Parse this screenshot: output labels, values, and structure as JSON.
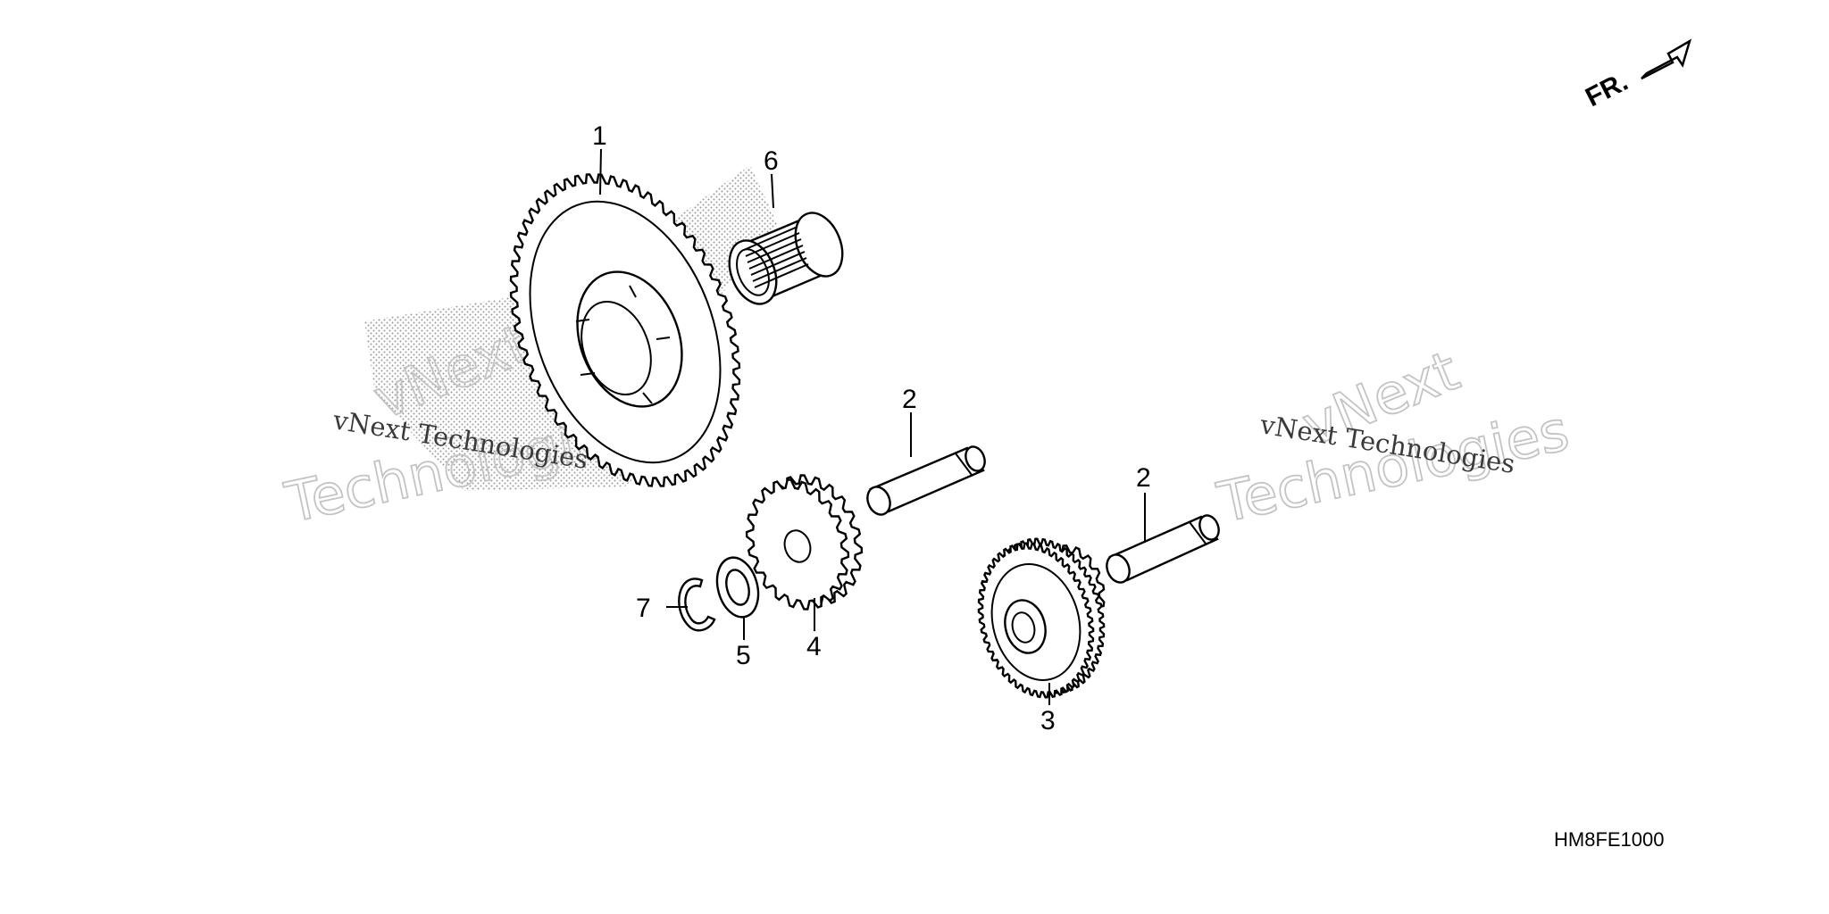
{
  "diagram_code": "HM8FE1000",
  "direction_indicator": "FR.",
  "callouts": [
    {
      "id": "1",
      "text": "1"
    },
    {
      "id": "2a",
      "text": "2"
    },
    {
      "id": "2b",
      "text": "2"
    },
    {
      "id": "3",
      "text": "3"
    },
    {
      "id": "4",
      "text": "4"
    },
    {
      "id": "5",
      "text": "5"
    },
    {
      "id": "6",
      "text": "6"
    },
    {
      "id": "7",
      "text": "7"
    }
  ],
  "watermarks": {
    "left_small": "vNext Technologies",
    "left_big_1": "vNext",
    "left_big_2": "Technologies",
    "right_small": "vNext Technologies",
    "right_big_1": "vNext",
    "right_big_2": "Technologies"
  },
  "colors": {
    "line": "#000000",
    "background": "#ffffff",
    "stipple": "#9a9a9a",
    "watermark_outline": "#c4c4c4"
  }
}
